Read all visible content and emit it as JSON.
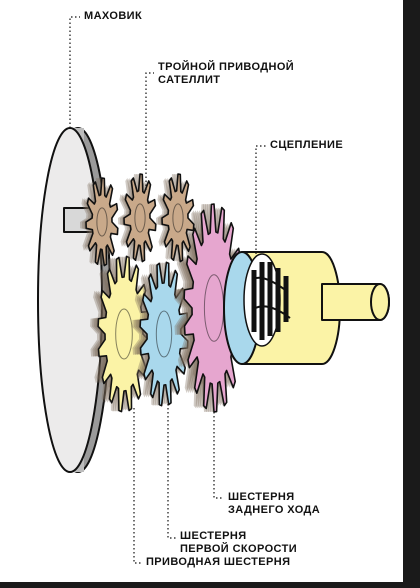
{
  "labels": {
    "flywheel": "МАХОВИК",
    "triple_planet_line1": "ТРОЙНОЙ ПРИВОДНОЙ",
    "triple_planet_line2": "САТЕЛЛИТ",
    "clutch": "СЦЕПЛЕНИЕ",
    "reverse_gear_line1": "ШЕСТЕРНЯ",
    "reverse_gear_line2": "ЗАДНЕГО ХОДА",
    "first_gear_line1": "ШЕСТЕРНЯ",
    "first_gear_line2": "ПЕРВОЙ СКОРОСТИ",
    "drive_gear": "ПРИВОДНАЯ ШЕСТЕРНЯ"
  },
  "colors": {
    "flywheel": "#ecebeb",
    "planet_gears": "#c9a98a",
    "drive_gear": "#fbf3a6",
    "first_gear": "#a9d8ec",
    "reverse_gear": "#e6a6cf",
    "clutch_body": "#fbf3a6",
    "clutch_band": "#a9d8ec",
    "shaft": "#fbf3a6",
    "outline": "#111111"
  }
}
